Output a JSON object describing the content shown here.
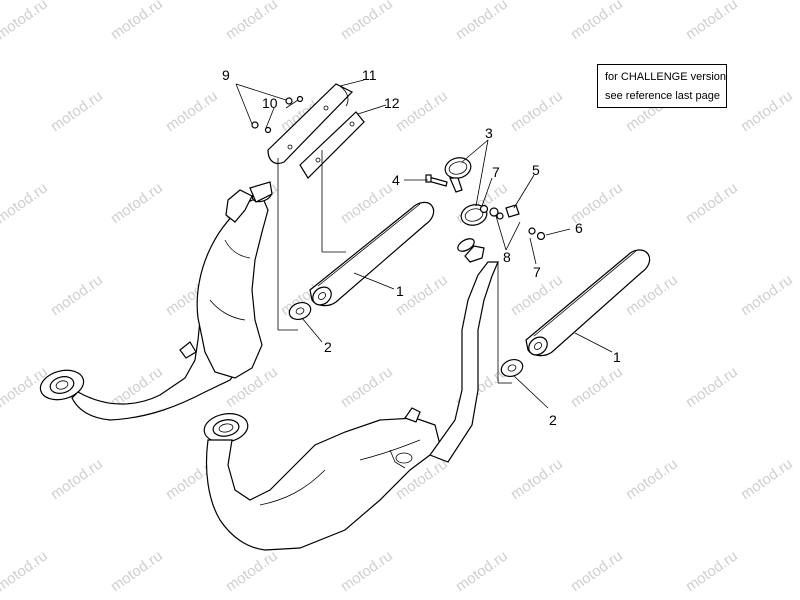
{
  "watermark": {
    "text": "motod.ru",
    "color": "#cfcfcf"
  },
  "note": {
    "line1": "for CHALLENGE version",
    "line2": "see reference last page"
  },
  "callouts": {
    "c1a": "1",
    "c1b": "1",
    "c2a": "2",
    "c2b": "2",
    "c3": "3",
    "c4": "4",
    "c5": "5",
    "c6": "6",
    "c7a": "7",
    "c7b": "7",
    "c8": "8",
    "c9": "9",
    "c10": "10",
    "c11": "11",
    "c12": "12"
  }
}
